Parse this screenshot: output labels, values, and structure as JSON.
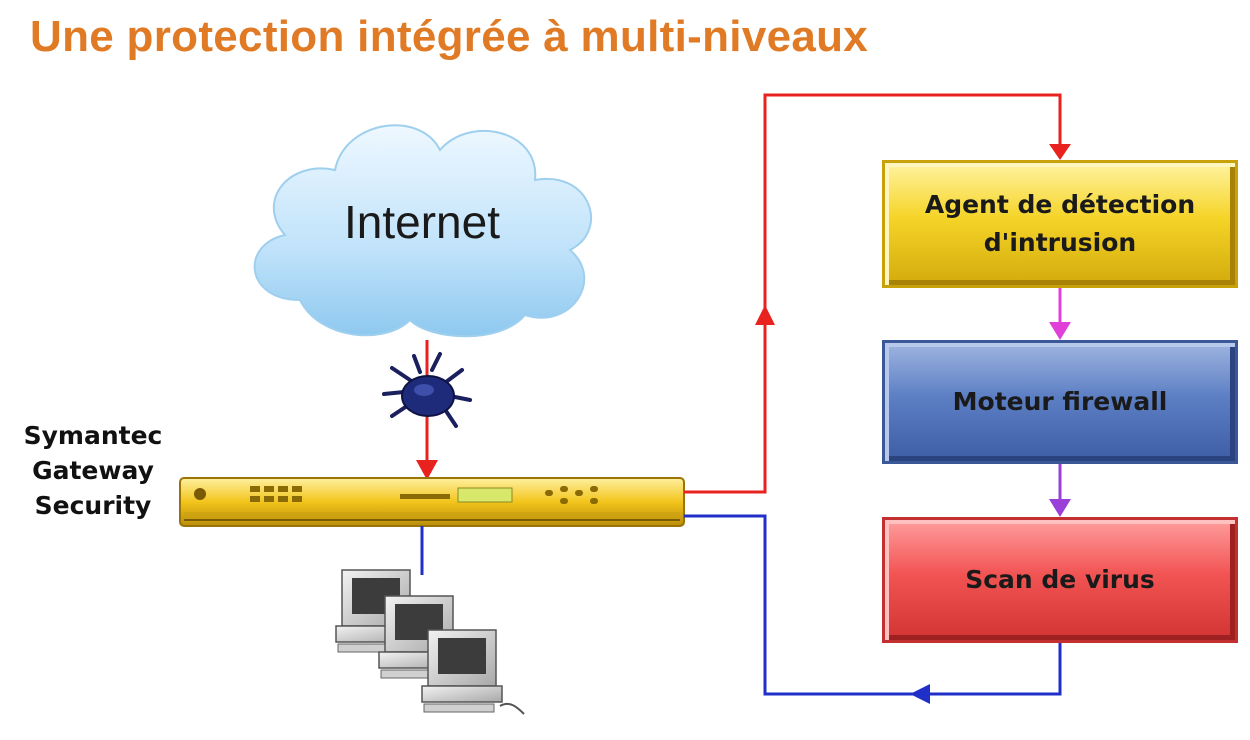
{
  "title": "Une protection intégrée à multi-niveaux",
  "cloud": {
    "label": "Internet"
  },
  "device": {
    "label_lines": [
      "Symantec",
      "Gateway",
      "Security"
    ]
  },
  "boxes": {
    "ids": {
      "lines": [
        "Agent de détection",
        "d'intrusion"
      ]
    },
    "firewall": {
      "label": "Moteur firewall"
    },
    "virus": {
      "label": "Scan de virus"
    }
  },
  "colors": {
    "title": "#e07a25",
    "inbound_arrow": "#e8231f",
    "outbound_arrow": "#1f2fc8",
    "ids_to_firewall_arrow": "#e040d8",
    "firewall_to_virus_arrow": "#9a40d8",
    "ids_box": "#f5d428",
    "firewall_box": "#5d7fc4",
    "virus_box": "#f25454"
  },
  "icons": [
    "cloud-icon",
    "bug-icon",
    "gateway-appliance-icon",
    "computer-icon"
  ]
}
